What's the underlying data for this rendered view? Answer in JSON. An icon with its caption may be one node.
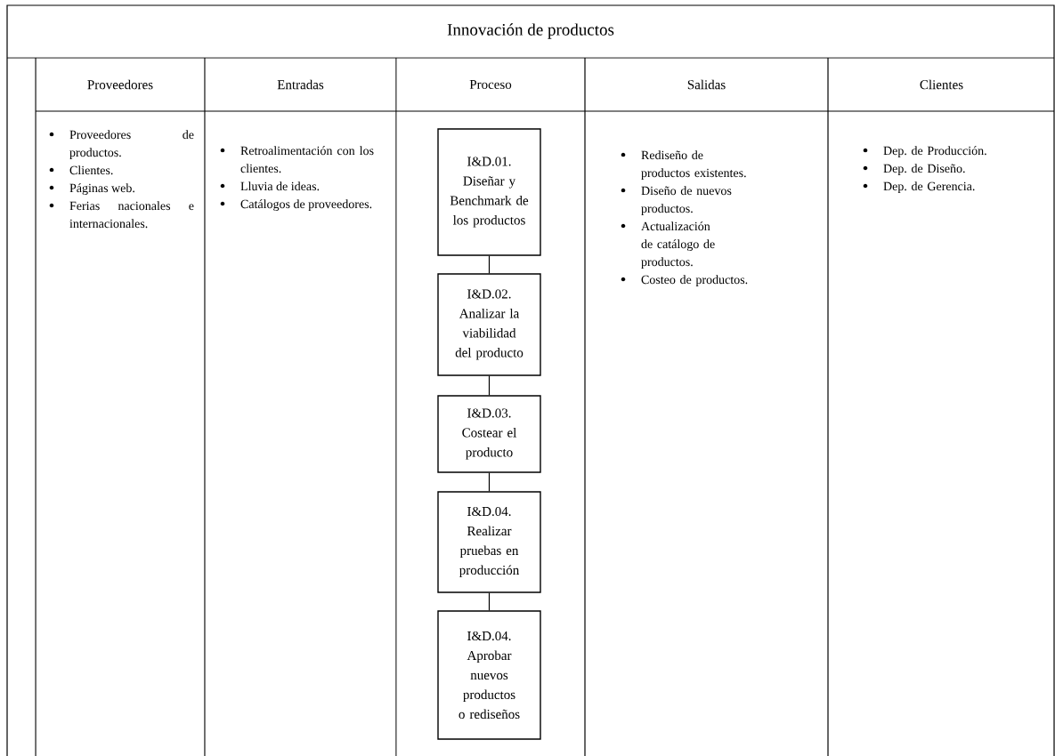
{
  "diagram": {
    "title": "Innovación de productos",
    "nodes": [
      {
        "text": [
          "I&D.01. Diseñar y Benchmark de los productos"
        ]
      },
      {
        "text": [
          "I&D.02. Analizar la viabilidad del producto"
        ]
      },
      {
        "text": [
          "I&D.03. Costear el producto"
        ]
      },
      {
        "text": [
          "I&D.04. Realizar pruebas en producción"
        ]
      },
      {
        "text": [
          "I&D.04. Aprobar nuevos productos o rediseños"
        ]
      }
    ],
    "edges": [
      {
        "from": 0,
        "to": 1,
        "arrow": "none"
      },
      {
        "from": 1,
        "to": 2,
        "arrow": "none"
      },
      {
        "from": 2,
        "to": 3,
        "arrow": "none"
      },
      {
        "from": 3,
        "to": 4,
        "arrow": "none"
      }
    ],
    "labels": [
      "Proveedores",
      "Entradas",
      "Proceso",
      "Salidas",
      "Clientes",
      "Proveedores de productos.",
      "Clientes.",
      "Páginas web.",
      "Ferias nacionales e internacionales.",
      "Retroalimentación con los clientes.",
      "Lluvia de ideas.",
      "Catálogos de proveedores.",
      "Rediseño de productos existentes.",
      "Diseño de nuevos productos.",
      "Actualización de catálogo de productos.",
      "Costeo de productos.",
      "Dep. de Producción.",
      "Dep. de Diseño.",
      "Dep. de Gerencia."
    ]
  }
}
